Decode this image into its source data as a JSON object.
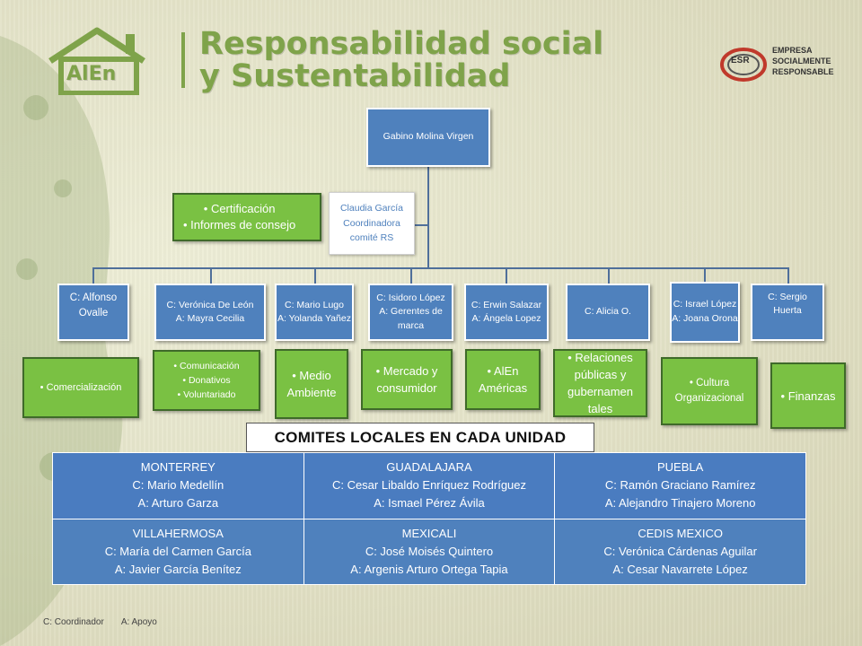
{
  "header": {
    "brand_logo_text": "AlEn",
    "title_line1": "Responsabilidad social",
    "title_line2": "y Sustentabilidad",
    "esr_logo": {
      "abbr": "ESR",
      "line1": "EMPRESA",
      "line2": "SOCIALMENTE",
      "line3": "RESPONSABLE"
    }
  },
  "org_chart": {
    "top": {
      "name": "Gabino Molina Virgen"
    },
    "coordinator": {
      "name": "Claudia García",
      "role": "Coordinadora comité RS"
    },
    "coordinator_duties": [
      "Certificación",
      "Informes de consejo"
    ],
    "committees": [
      {
        "lines": [
          "C: Alfonso Ovalle"
        ],
        "areas": [
          "Comercialización"
        ]
      },
      {
        "lines": [
          "C: Verónica De León",
          "A: Mayra Cecilia"
        ],
        "areas": [
          "Comunicación",
          "Donativos",
          "Voluntariado"
        ]
      },
      {
        "lines": [
          "C: Mario Lugo",
          "A: Yolanda Yañez"
        ],
        "areas": [
          "Medio Ambiente"
        ]
      },
      {
        "lines": [
          "C: Isidoro López",
          "A: Gerentes de marca"
        ],
        "areas": [
          "Mercado y consumidor"
        ]
      },
      {
        "lines": [
          "C: Erwin Salazar",
          "A: Ángela Lopez"
        ],
        "areas": [
          "AlEn Américas"
        ]
      },
      {
        "lines": [
          "C: Alicia O."
        ],
        "areas": [
          "Relaciones públicas y gubernamen tales"
        ]
      },
      {
        "lines": [
          "C: Israel López",
          "A: Joana Orona"
        ],
        "areas": [
          "Cultura Organizacional"
        ]
      },
      {
        "lines": [
          "C: Sergio Huerta"
        ],
        "areas": [
          "Finanzas"
        ]
      }
    ]
  },
  "local_committees": {
    "label": "COMITES LOCALES EN CADA UNIDAD",
    "rows": [
      [
        {
          "city": "MONTERREY",
          "c": "C:  Mario Medellín",
          "a": "A: Arturo Garza"
        },
        {
          "city": "GUADALAJARA",
          "c": "C: Cesar Libaldo Enríquez Rodríguez",
          "a": "A: Ismael Pérez Ávila"
        },
        {
          "city": "PUEBLA",
          "c": "C: Ramón Graciano Ramírez",
          "a": "A: Alejandro Tinajero Moreno"
        }
      ],
      [
        {
          "city": "VILLAHERMOSA",
          "c": "C: María del Carmen García",
          "a": "A: Javier García Benítez"
        },
        {
          "city": "MEXICALI",
          "c": "C: José  Moisés Quintero",
          "a": "A: Argenis Arturo Ortega Tapia"
        },
        {
          "city": "CEDIS MEXICO",
          "c": "C:  Verónica Cárdenas Aguilar",
          "a": "A: Cesar Navarrete López"
        }
      ]
    ]
  },
  "legend": {
    "coordinator": "C: Coordinador",
    "support": "A: Apoyo"
  },
  "colors": {
    "box_blue": "#4f81bd",
    "green": "#7ac143",
    "title_green": "#7fa34a"
  }
}
